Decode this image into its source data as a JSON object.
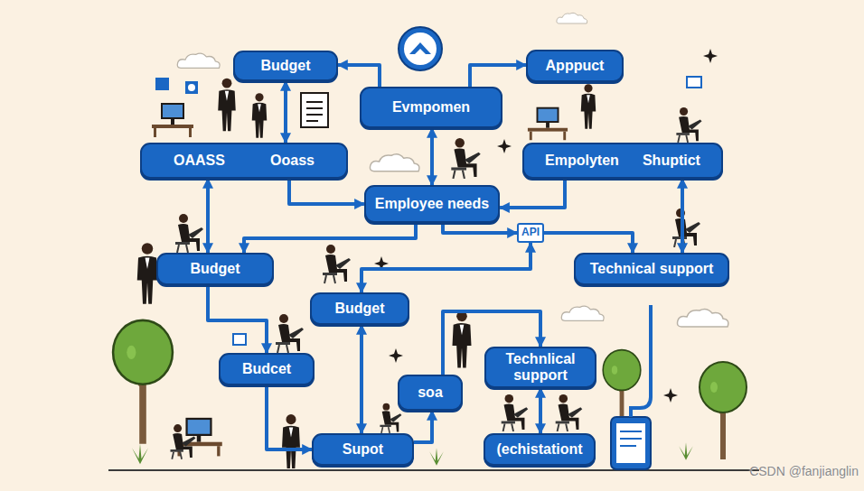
{
  "diagram": {
    "nodes": [
      {
        "text": [
          "Budget"
        ]
      },
      {
        "text": [
          "Evmpomen"
        ]
      },
      {
        "text": [
          "Apppuct"
        ]
      },
      {
        "text": [
          "OAASS",
          "Ooass"
        ]
      },
      {
        "text": [
          "Empolyten",
          "Shuptict"
        ]
      },
      {
        "text": [
          "Employee needs"
        ]
      },
      {
        "text": [
          "API"
        ]
      },
      {
        "text": [
          "Budget"
        ]
      },
      {
        "text": [
          "Technical support"
        ]
      },
      {
        "text": [
          "Budget"
        ]
      },
      {
        "text": [
          "Budcet"
        ]
      },
      {
        "text": [
          "soa"
        ]
      },
      {
        "text": [
          "Technlical support"
        ]
      },
      {
        "text": [
          "Supot"
        ]
      },
      {
        "text": [
          "(echistationt"
        ]
      }
    ],
    "edges": [
      {
        "from": 1,
        "to": 0,
        "arrow": "to"
      },
      {
        "from": 1,
        "to": 2,
        "arrow": "to"
      },
      {
        "from": 0,
        "to": 3,
        "arrow": "both"
      },
      {
        "from": 1,
        "to": 5,
        "arrow": "both"
      },
      {
        "from": 3,
        "to": 5,
        "arrow": "to"
      },
      {
        "from": 4,
        "to": 5,
        "arrow": "to"
      },
      {
        "from": 5,
        "to": 6,
        "arrow": "to"
      },
      {
        "from": 6,
        "to": 8,
        "arrow": "to"
      },
      {
        "from": 3,
        "to": 7,
        "arrow": "both"
      },
      {
        "from": 5,
        "to": 7,
        "arrow": "to"
      },
      {
        "from": 7,
        "to": 10,
        "arrow": "to"
      },
      {
        "from": 9,
        "to": 13,
        "arrow": "both"
      },
      {
        "from": 6,
        "to": 9,
        "arrow": "both"
      },
      {
        "from": 10,
        "to": 13,
        "arrow": "to"
      },
      {
        "from": 13,
        "to": 11,
        "arrow": "to"
      },
      {
        "from": 11,
        "to": 12,
        "arrow": "to"
      },
      {
        "from": 12,
        "to": 14,
        "arrow": "both"
      },
      {
        "from": 4,
        "to": 8,
        "arrow": "both"
      }
    ],
    "labels": [
      "CSDN @fanjianglin"
    ]
  }
}
